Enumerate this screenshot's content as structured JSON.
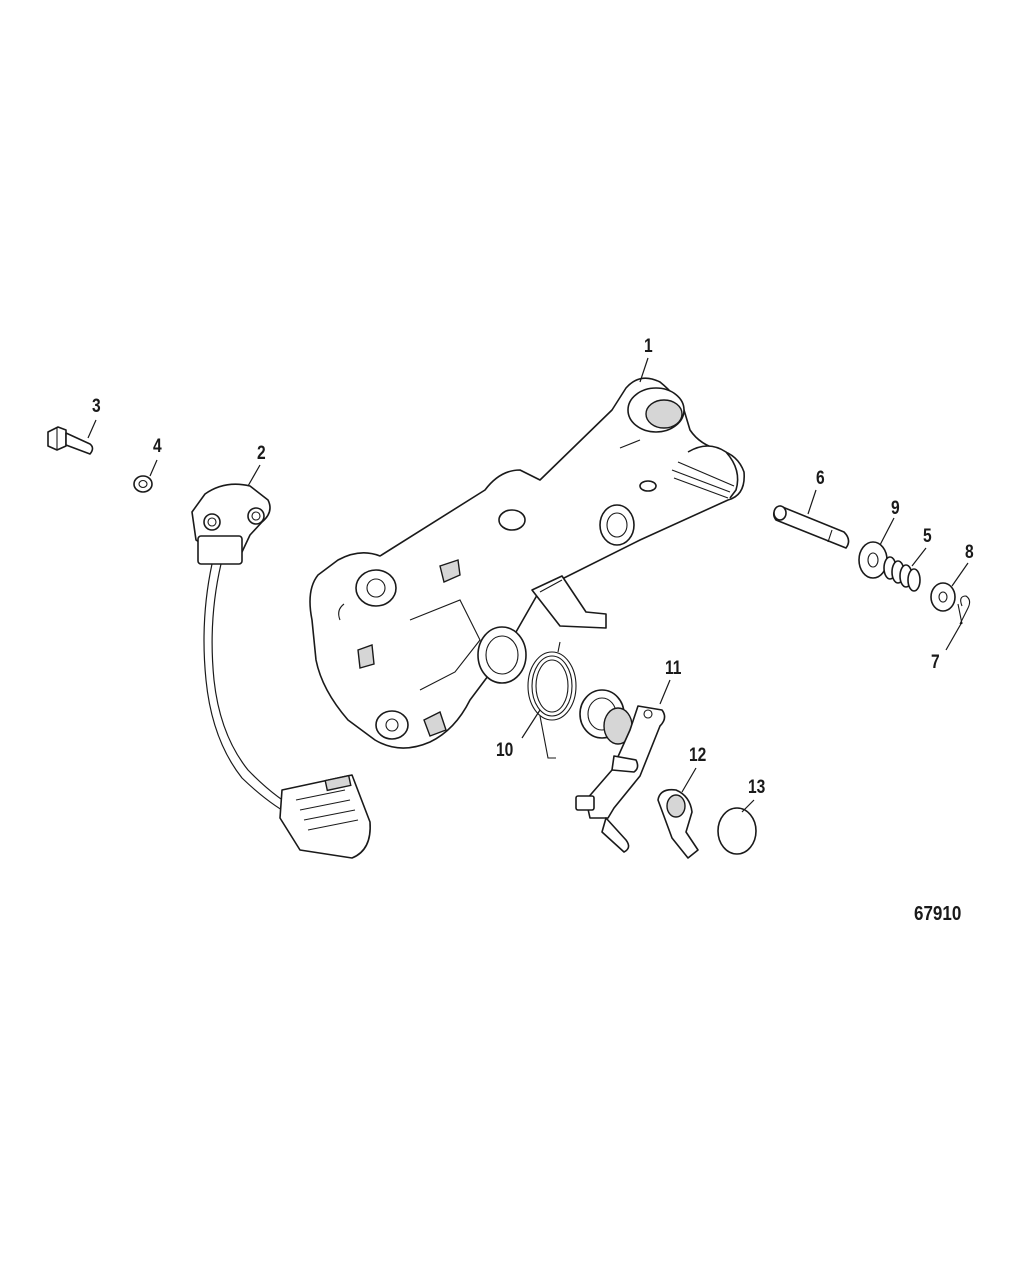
{
  "diagram": {
    "callouts": [
      {
        "id": "1",
        "label": "1"
      },
      {
        "id": "2",
        "label": "2"
      },
      {
        "id": "3",
        "label": "3"
      },
      {
        "id": "4",
        "label": "4"
      },
      {
        "id": "5",
        "label": "5"
      },
      {
        "id": "6",
        "label": "6"
      },
      {
        "id": "7",
        "label": "7"
      },
      {
        "id": "8",
        "label": "8"
      },
      {
        "id": "9",
        "label": "9"
      },
      {
        "id": "10",
        "label": "10"
      },
      {
        "id": "11",
        "label": "11"
      },
      {
        "id": "12",
        "label": "12"
      },
      {
        "id": "13",
        "label": "13"
      }
    ],
    "drawing_number": "67910"
  }
}
